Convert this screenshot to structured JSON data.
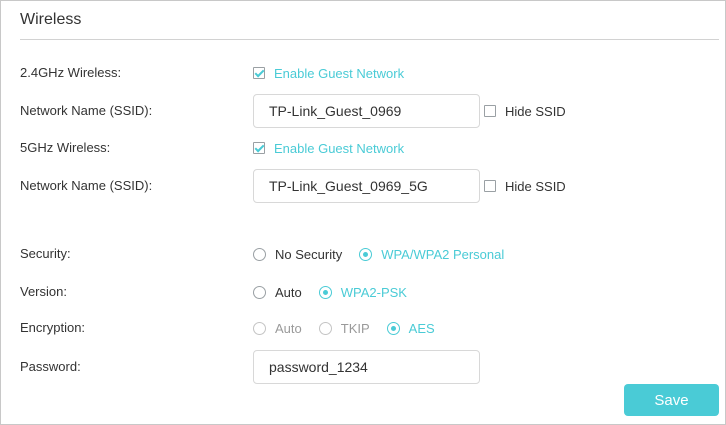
{
  "section": {
    "title": "Wireless"
  },
  "band24": {
    "label": "2.4GHz Wireless:",
    "guest_label": "Enable Guest Network",
    "guest_checked": true,
    "ssid_label": "Network Name (SSID):",
    "ssid_value": "TP-Link_Guest_0969",
    "hide_label": "Hide SSID",
    "hide_checked": false
  },
  "band5": {
    "label": "5GHz Wireless:",
    "guest_label": "Enable Guest Network",
    "guest_checked": true,
    "ssid_label": "Network Name (SSID):",
    "ssid_value": "TP-Link_Guest_0969_5G",
    "hide_label": "Hide SSID",
    "hide_checked": false
  },
  "security": {
    "label": "Security:",
    "options": [
      "No Security",
      "WPA/WPA2 Personal"
    ],
    "selected": "WPA/WPA2 Personal"
  },
  "version": {
    "label": "Version:",
    "options": [
      "Auto",
      "WPA2-PSK"
    ],
    "selected": "WPA2-PSK"
  },
  "encryption": {
    "label": "Encryption:",
    "options": [
      "Auto",
      "TKIP",
      "AES"
    ],
    "selected": "AES",
    "disabled": [
      "Auto",
      "TKIP"
    ]
  },
  "password": {
    "label": "Password:",
    "value": "password_1234"
  },
  "actions": {
    "save_label": "Save"
  },
  "colors": {
    "accent": "#4acbd6",
    "text": "#333333",
    "disabled": "#9a9a9a",
    "border": "#d8d8d8"
  }
}
